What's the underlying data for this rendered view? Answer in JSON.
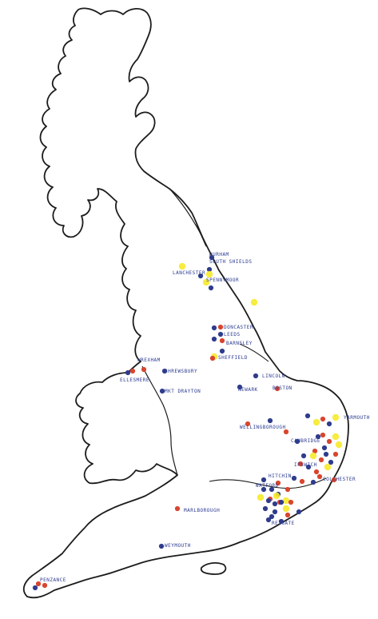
{
  "colors": {
    "red": "#d9452e",
    "blue": "#2f3c8c",
    "yellow": "#f6ea2a",
    "ink": "#1c1c1c",
    "paper": "#ffffff"
  },
  "labels": {
    "durham": "DURHAM",
    "south_shields": "SOUTH SHIELDS",
    "lanchester": "LANCHESTER",
    "spennymoor": "SPENNYMOOR",
    "doncaster": "DONCASTER",
    "leeds": "LEEDS",
    "barnsley": "BARNSLEY",
    "sheffield": "SHEFFIELD",
    "lincoln": "LINCOLN",
    "newark": "NEWARK",
    "boston": "BOSTON",
    "wrexham": "WREXHAM",
    "ellesmere": "ELLESMERE",
    "shrewsbury": "SHREWSBURY",
    "market_drayton": "MKT DRAYTON",
    "wellingborough": "WELLINGBOROUGH",
    "yarmouth": "YARMOUTH",
    "cambridge": "CAMBRIDGE",
    "ipswich": "IPSWICH",
    "colchester": "COLCHESTER",
    "hitchin": "HITCHIN",
    "watford": "WATFORD",
    "reigate": "REIGATE",
    "marlborough": "MARLBOROUGH",
    "weymouth": "WEYMOUTH",
    "penzance": "PENZANCE"
  },
  "markers": [
    {
      "color": "blue"
    },
    {
      "color": "blue"
    },
    {
      "color": "blue"
    },
    {
      "color": "yellow"
    },
    {
      "color": "yellow"
    },
    {
      "color": "blue"
    },
    {
      "color": "yellow"
    },
    {
      "color": "blue"
    },
    {
      "color": "red"
    },
    {
      "color": "blue"
    },
    {
      "color": "blue"
    },
    {
      "color": "red"
    },
    {
      "color": "yellow"
    },
    {
      "color": "blue"
    },
    {
      "color": "blue"
    },
    {
      "color": "blue"
    },
    {
      "color": "red"
    },
    {
      "color": "red"
    },
    {
      "color": "red"
    },
    {
      "color": "blue"
    },
    {
      "color": "blue"
    },
    {
      "color": "blue"
    },
    {
      "color": "yellow"
    },
    {
      "color": "red"
    },
    {
      "color": "red"
    },
    {
      "color": "blue"
    },
    {
      "color": "yellow"
    },
    {
      "color": "red"
    },
    {
      "color": "blue"
    },
    {
      "color": "yellow"
    },
    {
      "color": "red"
    },
    {
      "color": "blue"
    },
    {
      "color": "yellow"
    },
    {
      "color": "red"
    },
    {
      "color": "blue"
    },
    {
      "color": "red"
    },
    {
      "color": "yellow"
    },
    {
      "color": "blue"
    },
    {
      "color": "red"
    },
    {
      "color": "blue"
    },
    {
      "color": "red"
    },
    {
      "color": "yellow"
    },
    {
      "color": "red"
    },
    {
      "color": "blue"
    },
    {
      "color": "red"
    },
    {
      "color": "blue"
    },
    {
      "color": "red"
    },
    {
      "color": "red"
    },
    {
      "color": "yellow"
    },
    {
      "color": "blue"
    },
    {
      "color": "blue"
    },
    {
      "color": "red"
    },
    {
      "color": "blue"
    },
    {
      "color": "blue"
    },
    {
      "color": "yellow"
    },
    {
      "color": "red"
    },
    {
      "color": "blue"
    },
    {
      "color": "red"
    },
    {
      "color": "yellow"
    },
    {
      "color": "yellow"
    },
    {
      "color": "blue"
    },
    {
      "color": "blue"
    },
    {
      "color": "red"
    },
    {
      "color": "blue"
    },
    {
      "color": "blue"
    },
    {
      "color": "red"
    },
    {
      "color": "blue"
    },
    {
      "color": "blue"
    },
    {
      "color": "red"
    },
    {
      "color": "blue"
    },
    {
      "color": "yellow"
    },
    {
      "color": "blue"
    },
    {
      "color": "blue"
    },
    {
      "color": "red"
    },
    {
      "color": "blue"
    },
    {
      "color": "red"
    },
    {
      "color": "blue"
    },
    {
      "color": "red"
    },
    {
      "color": "blue"
    },
    {
      "color": "blue"
    },
    {
      "color": "red"
    },
    {
      "color": "blue"
    },
    {
      "color": "red"
    }
  ]
}
